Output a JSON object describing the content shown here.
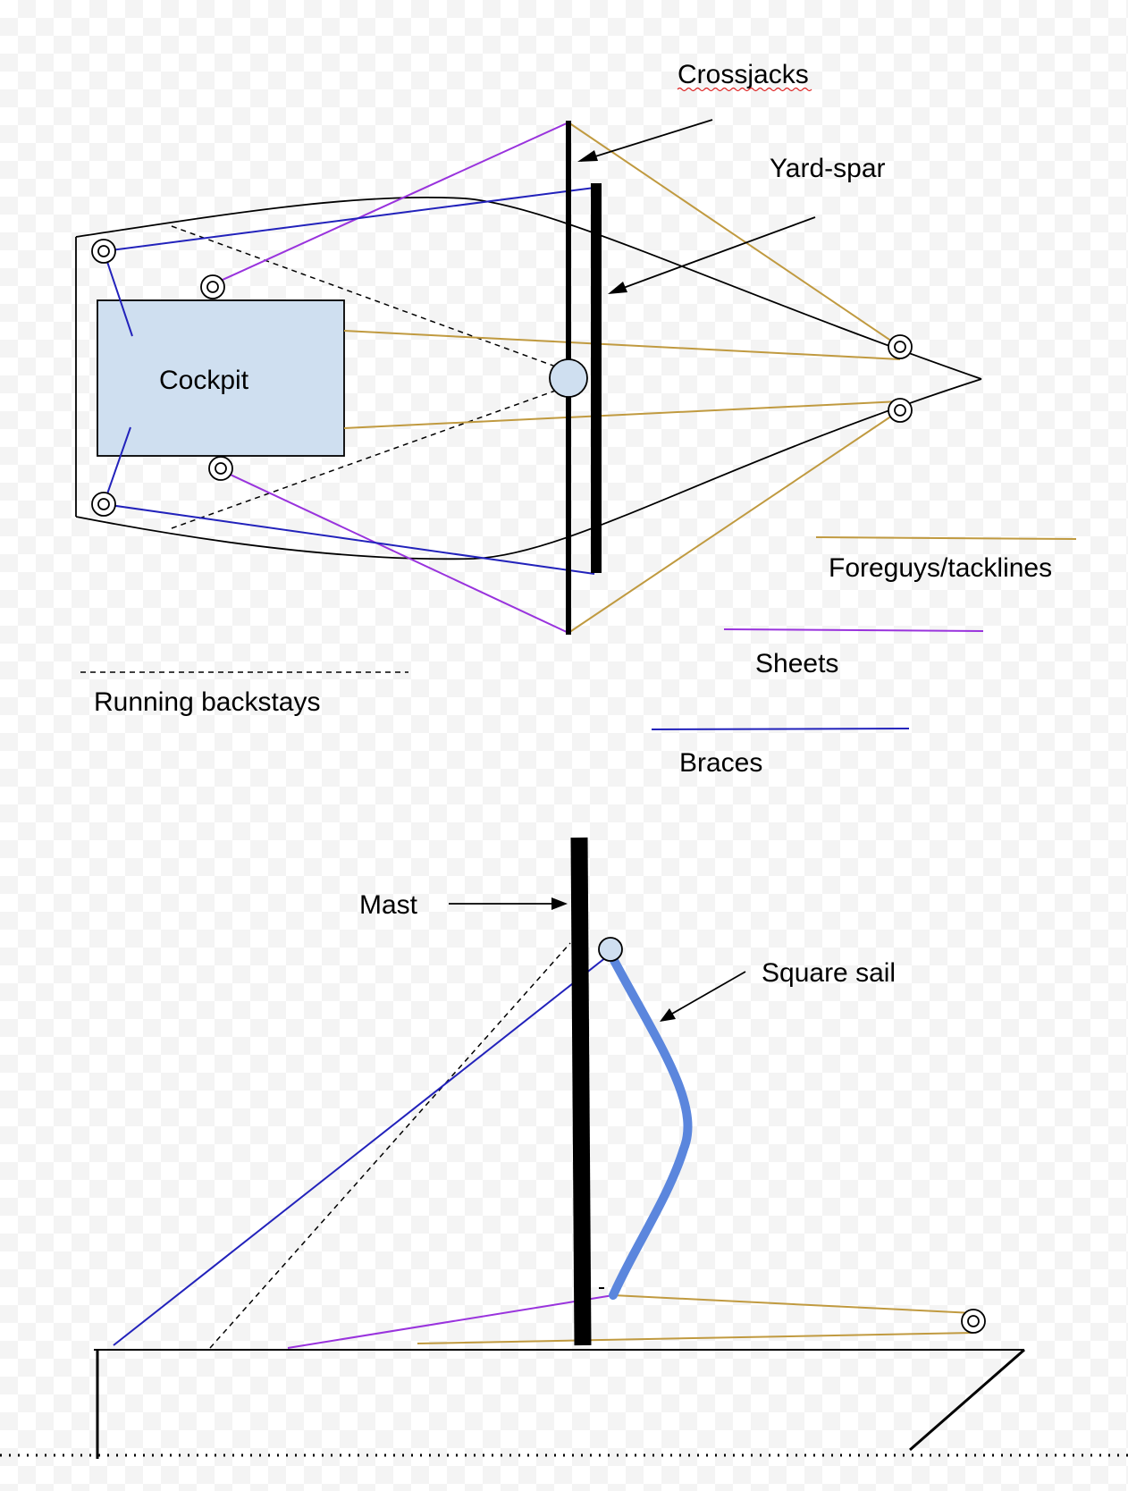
{
  "labels": {
    "crossjacks": "Crossjacks",
    "yard_spar": "Yard-spar",
    "cockpit": "Cockpit",
    "foreguys_tacklines": "Foreguys/tacklines",
    "sheets": "Sheets",
    "running_backstays": "Running backstays",
    "braces": "Braces",
    "mast": "Mast",
    "square_sail": "Square sail"
  },
  "colors": {
    "braces": "#2222bb",
    "sheets": "#9933dd",
    "foreguys": "#c09a40",
    "hull": "#000000",
    "cockpit_fill": "#cfdff0",
    "sail": "#5b86dd",
    "mast_block": "#cfdff0"
  }
}
